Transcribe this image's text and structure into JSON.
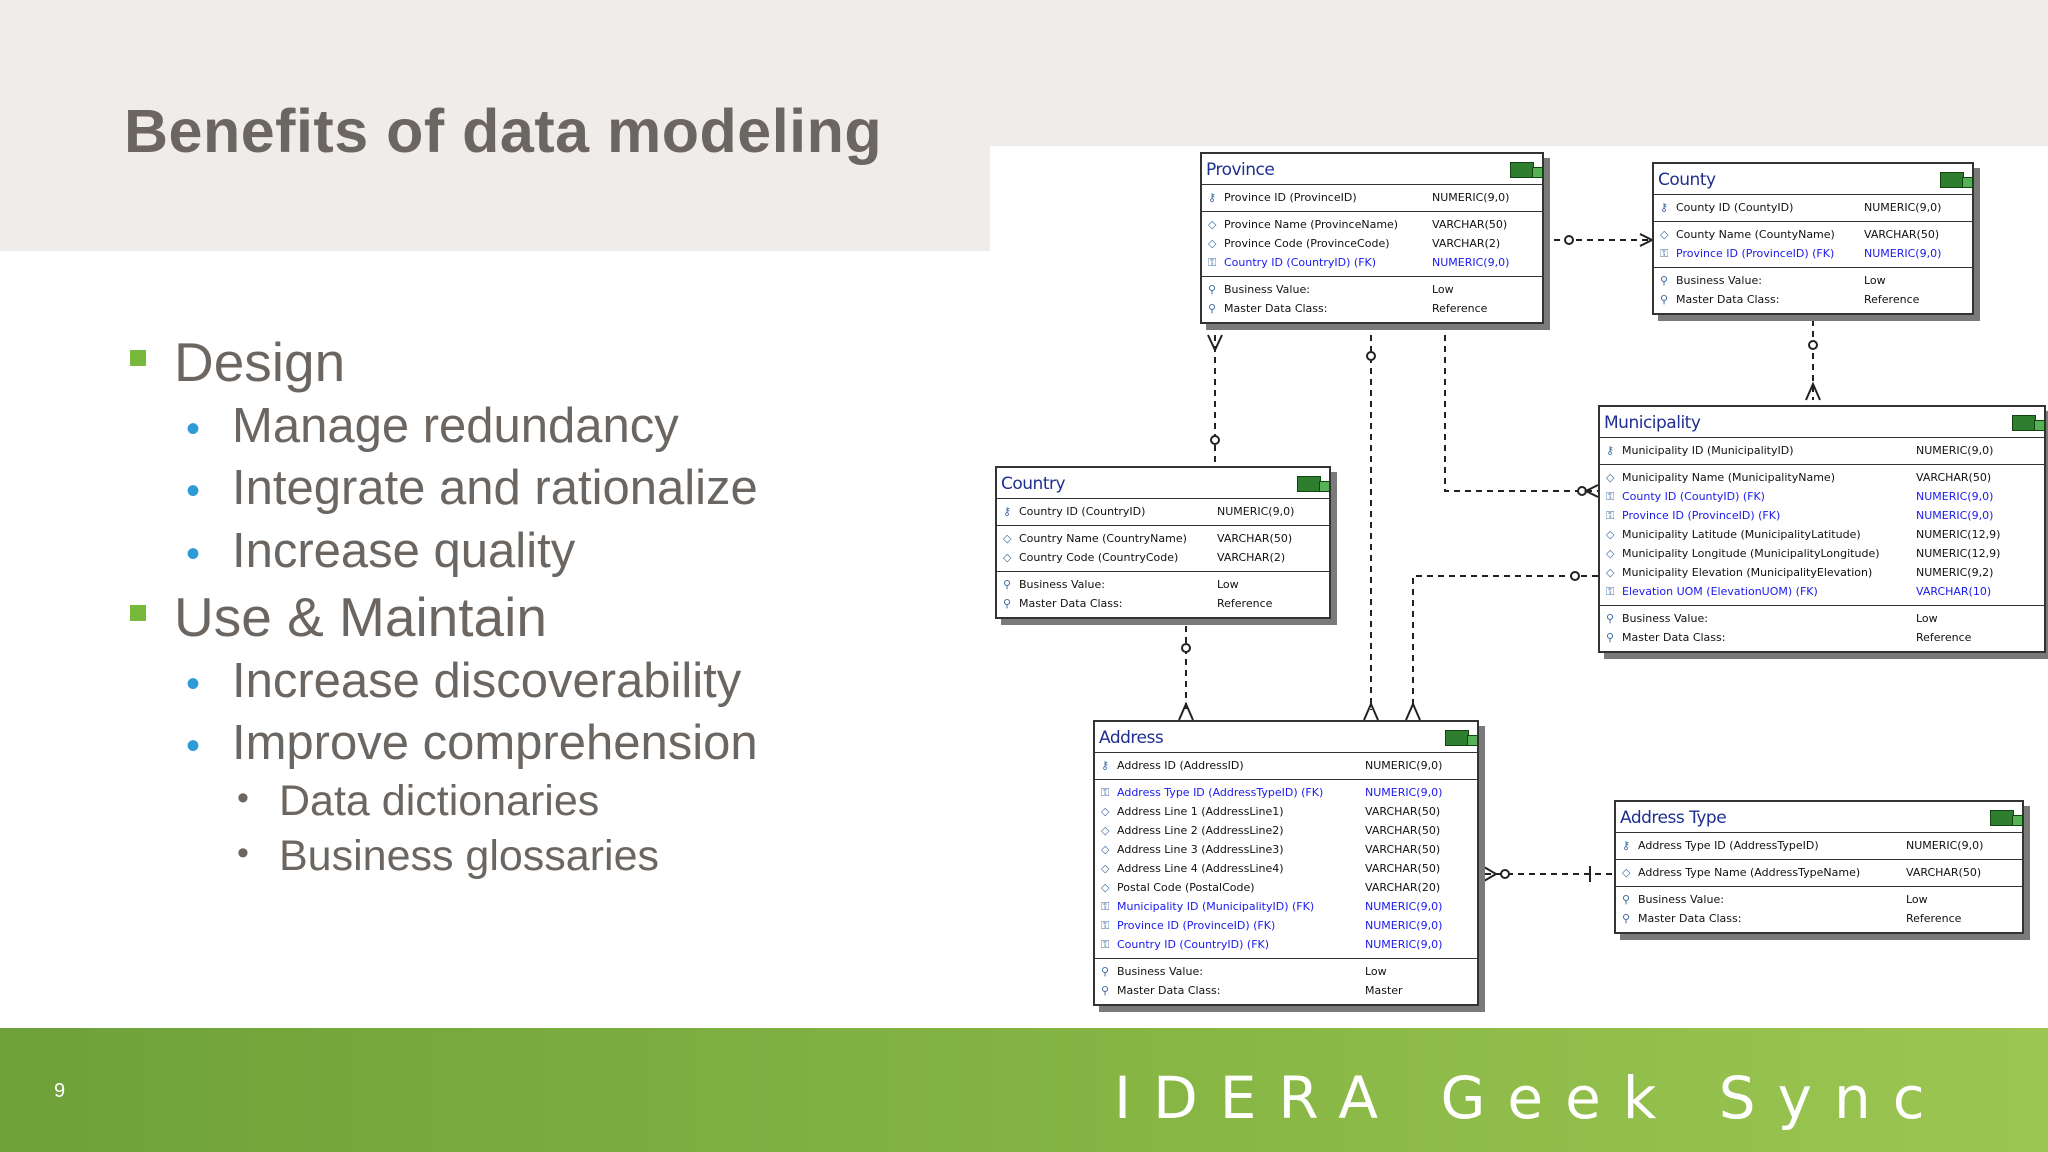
{
  "slide": {
    "title": "Benefits of data modeling",
    "page_number": "9",
    "logo_text": "IDERA Geek Sync",
    "accent_color": "#78b83c",
    "bullet_color": "#2e9bd6"
  },
  "bullets": [
    {
      "level": 1,
      "text": "Design"
    },
    {
      "level": 2,
      "text": "Manage redundancy"
    },
    {
      "level": 2,
      "text": "Integrate and rationalize"
    },
    {
      "level": 2,
      "text": "Increase quality"
    },
    {
      "level": 1,
      "text": "Use & Maintain"
    },
    {
      "level": 2,
      "text": "Increase discoverability"
    },
    {
      "level": 2,
      "text": "Improve comprehension"
    },
    {
      "level": 3,
      "text": "Data dictionaries"
    },
    {
      "level": 3,
      "text": "Business glossaries"
    }
  ],
  "entities": {
    "province": {
      "name": "Province",
      "pk": [
        [
          "Province ID (ProvinceID)",
          "NUMERIC(9,0)"
        ]
      ],
      "attrs": [
        [
          "Province Name (ProvinceName)",
          "VARCHAR(50)",
          false
        ],
        [
          "Province Code (ProvinceCode)",
          "VARCHAR(2)",
          false
        ],
        [
          "Country ID (CountryID) (FK)",
          "NUMERIC(9,0)",
          true
        ]
      ],
      "meta": [
        [
          "Business Value:",
          "Low"
        ],
        [
          "Master Data Class:",
          "Reference"
        ]
      ]
    },
    "county": {
      "name": "County",
      "pk": [
        [
          "County ID (CountyID)",
          "NUMERIC(9,0)"
        ]
      ],
      "attrs": [
        [
          "County Name (CountyName)",
          "VARCHAR(50)",
          false
        ],
        [
          "Province ID (ProvinceID) (FK)",
          "NUMERIC(9,0)",
          true
        ]
      ],
      "meta": [
        [
          "Business Value:",
          "Low"
        ],
        [
          "Master Data Class:",
          "Reference"
        ]
      ]
    },
    "country": {
      "name": "Country",
      "pk": [
        [
          "Country ID (CountryID)",
          "NUMERIC(9,0)"
        ]
      ],
      "attrs": [
        [
          "Country Name (CountryName)",
          "VARCHAR(50)",
          false
        ],
        [
          "Country Code (CountryCode)",
          "VARCHAR(2)",
          false
        ]
      ],
      "meta": [
        [
          "Business Value:",
          "Low"
        ],
        [
          "Master Data Class:",
          "Reference"
        ]
      ]
    },
    "municipality": {
      "name": "Municipality",
      "pk": [
        [
          "Municipality ID (MunicipalityID)",
          "NUMERIC(9,0)"
        ]
      ],
      "attrs": [
        [
          "Municipality Name (MunicipalityName)",
          "VARCHAR(50)",
          false
        ],
        [
          "County ID (CountyID) (FK)",
          "NUMERIC(9,0)",
          true
        ],
        [
          "Province ID (ProvinceID) (FK)",
          "NUMERIC(9,0)",
          true
        ],
        [
          "Municipality Latitude (MunicipalityLatitude)",
          "NUMERIC(12,9)",
          false
        ],
        [
          "Municipality Longitude (MunicipalityLongitude)",
          "NUMERIC(12,9)",
          false
        ],
        [
          "Municipality Elevation (MunicipalityElevation)",
          "NUMERIC(9,2)",
          false
        ],
        [
          "Elevation UOM (ElevationUOM) (FK)",
          "VARCHAR(10)",
          true
        ]
      ],
      "meta": [
        [
          "Business Value:",
          "Low"
        ],
        [
          "Master Data Class:",
          "Reference"
        ]
      ]
    },
    "address": {
      "name": "Address",
      "pk": [
        [
          "Address ID (AddressID)",
          "NUMERIC(9,0)"
        ]
      ],
      "attrs": [
        [
          "Address Type ID (AddressTypeID) (FK)",
          "NUMERIC(9,0)",
          true
        ],
        [
          "Address Line 1 (AddressLine1)",
          "VARCHAR(50)",
          false
        ],
        [
          "Address Line 2 (AddressLine2)",
          "VARCHAR(50)",
          false
        ],
        [
          "Address Line 3 (AddressLine3)",
          "VARCHAR(50)",
          false
        ],
        [
          "Address Line 4 (AddressLine4)",
          "VARCHAR(50)",
          false
        ],
        [
          "Postal Code (PostalCode)",
          "VARCHAR(20)",
          false
        ],
        [
          "Municipality ID (MunicipalityID) (FK)",
          "NUMERIC(9,0)",
          true
        ],
        [
          "Province ID (ProvinceID) (FK)",
          "NUMERIC(9,0)",
          true
        ],
        [
          "Country ID (CountryID) (FK)",
          "NUMERIC(9,0)",
          true
        ]
      ],
      "meta": [
        [
          "Business Value:",
          "Low"
        ],
        [
          "Master Data Class:",
          "Master"
        ]
      ]
    },
    "address_type": {
      "name": "Address Type",
      "pk": [
        [
          "Address Type ID (AddressTypeID)",
          "NUMERIC(9,0)"
        ]
      ],
      "attrs": [
        [
          "Address Type Name (AddressTypeName)",
          "VARCHAR(50)",
          false
        ]
      ],
      "meta": [
        [
          "Business Value:",
          "Low"
        ],
        [
          "Master Data Class:",
          "Reference"
        ]
      ]
    }
  }
}
